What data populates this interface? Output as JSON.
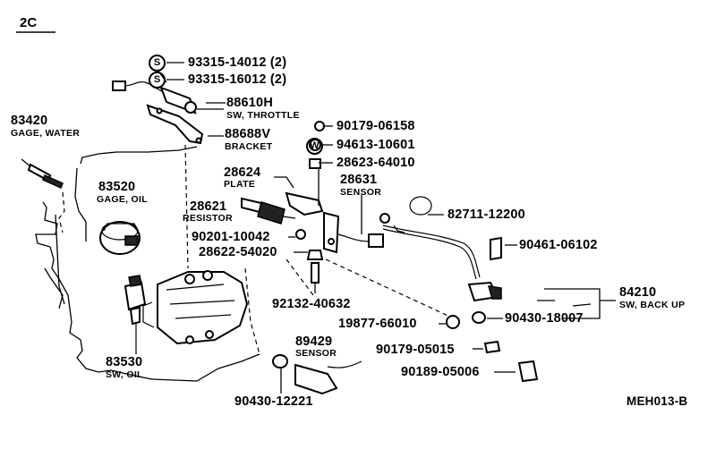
{
  "section_label": "2C",
  "figure_code": "MEH013-B",
  "badges": {
    "s1": "S",
    "s2": "S",
    "w": "W"
  },
  "labels": {
    "p93315_14012": "93315-14012 (2)",
    "p93315_16012": "93315-16012 (2)",
    "p88610H": "88610H",
    "p88610H_name": "SW, THROTTLE",
    "p88688V": "88688V",
    "p88688V_name": "BRACKET",
    "p83420": "83420",
    "p83420_name": "GAGE, WATER",
    "p83520": "83520",
    "p83520_name": "GAGE, OIL",
    "p83530": "83530",
    "p83530_name": "SW, OIL",
    "p90179_06158": "90179-06158",
    "p94613_10601": "94613-10601",
    "p28623_64010": "28623-64010",
    "p28624": "28624",
    "p28624_name": "PLATE",
    "p28631": "28631",
    "p28631_name": "SENSOR",
    "p28621": "28621",
    "p28621_name": "RESISTOR",
    "p82711_12200": "82711-12200",
    "p90201_10042": "90201-10042",
    "p28622_54020": "28622-54020",
    "p90461_06102": "90461-06102",
    "p84210": "84210",
    "p84210_name": "SW, BACK UP",
    "p92132_40632": "92132-40632",
    "p19877_66010": "19877-66010",
    "p90430_18007": "90430-18007",
    "p89429": "89429",
    "p89429_name": "SENSOR",
    "p90179_05015": "90179-05015",
    "p90189_05006": "90189-05006",
    "p90430_12221": "90430-12221"
  }
}
